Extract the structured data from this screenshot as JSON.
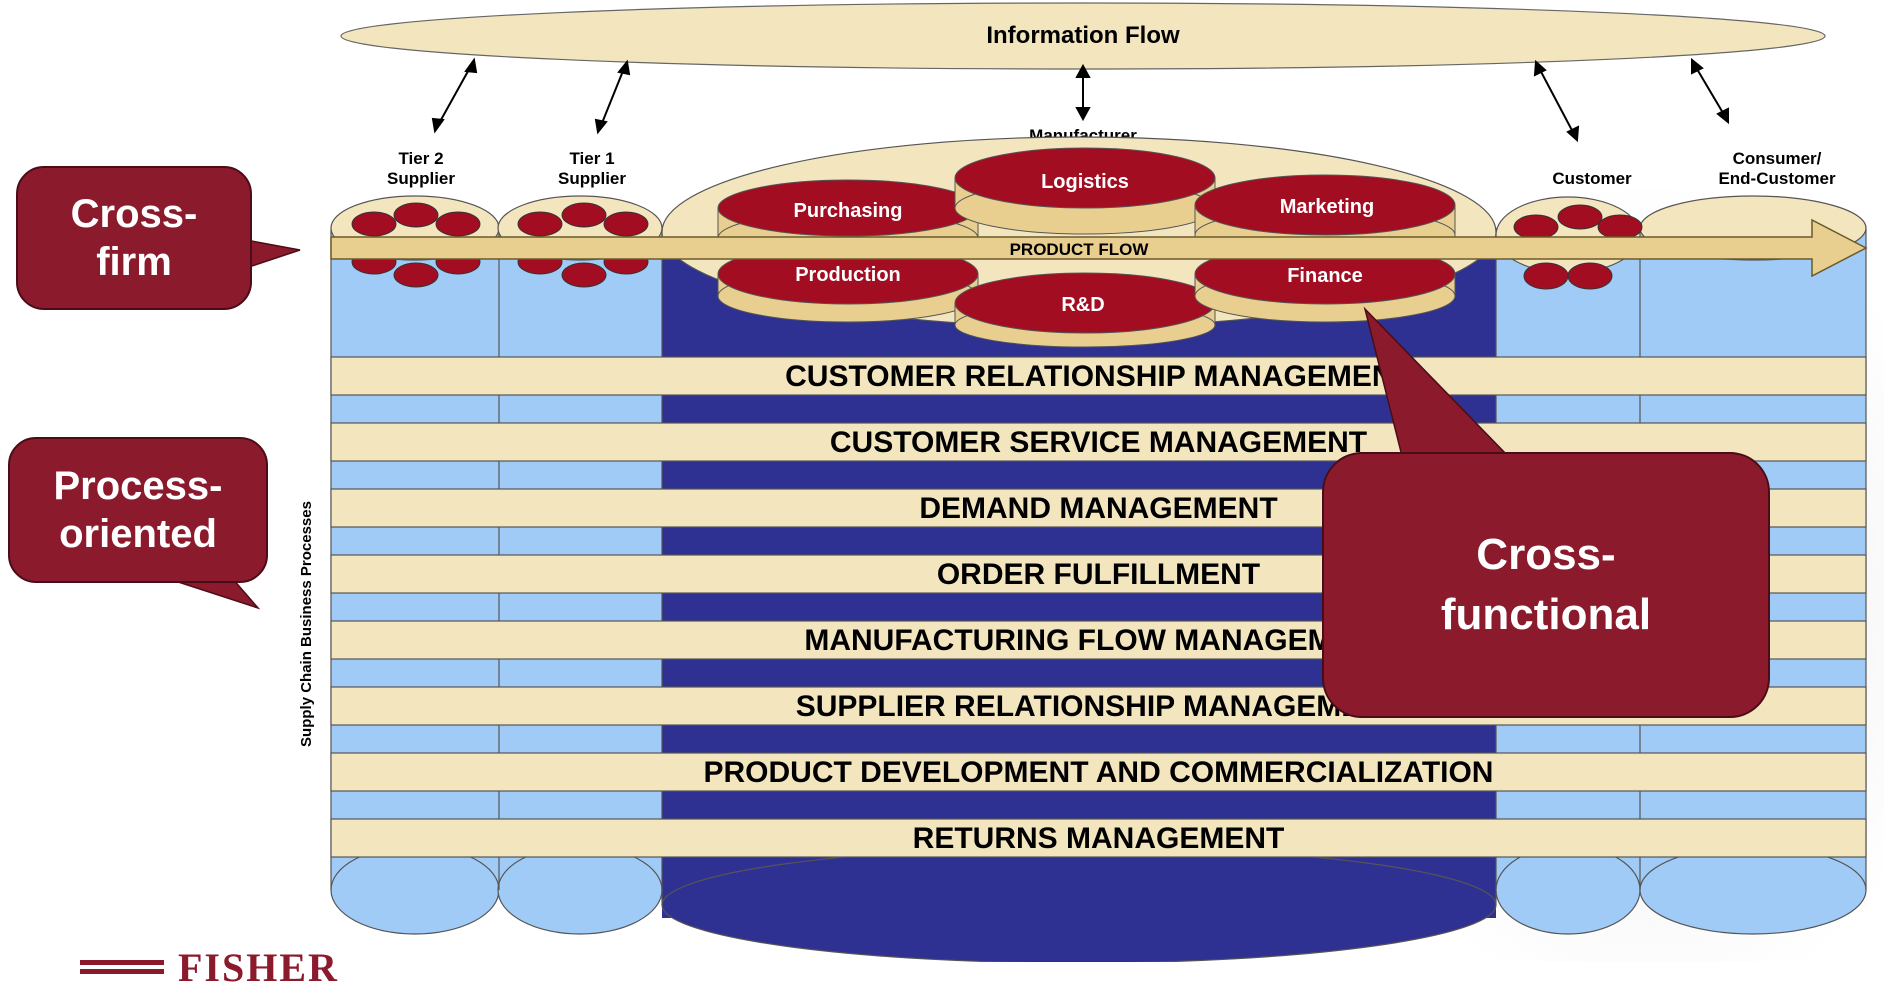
{
  "colors": {
    "cream": "#f3e6bf",
    "light_blue": "#9fcbf6",
    "navy": "#2e3192",
    "crimson": "#a30d22",
    "callout": "#8b1a2c"
  },
  "information_flow": "Information Flow",
  "product_flow": "PRODUCT FLOW",
  "side_label": "Supply Chain Business Processes",
  "columns": [
    {
      "id": "tier2",
      "label": "Tier 2\nSupplier"
    },
    {
      "id": "tier1",
      "label": "Tier 1\nSupplier"
    },
    {
      "id": "manufacturer",
      "label": "Manufacturer"
    },
    {
      "id": "customer",
      "label": "Customer"
    },
    {
      "id": "consumer",
      "label": "Consumer/\nEnd-Customer"
    }
  ],
  "functions": [
    "Purchasing",
    "Logistics",
    "Marketing",
    "Production",
    "R&D",
    "Finance"
  ],
  "processes": [
    "CUSTOMER RELATIONSHIP MANAGEMENT",
    "CUSTOMER SERVICE MANAGEMENT",
    "DEMAND MANAGEMENT",
    "ORDER FULFILLMENT",
    "MANUFACTURING FLOW MANAGEMENT",
    "SUPPLIER RELATIONSHIP MANAGEMENT",
    "PRODUCT DEVELOPMENT AND COMMERCIALIZATION",
    "RETURNS MANAGEMENT"
  ],
  "callouts": {
    "cross_firm": "Cross-\nfirm",
    "process_oriented": "Process-\noriented",
    "cross_functional": "Cross-\nfunctional"
  },
  "logo_text": "FISHER"
}
